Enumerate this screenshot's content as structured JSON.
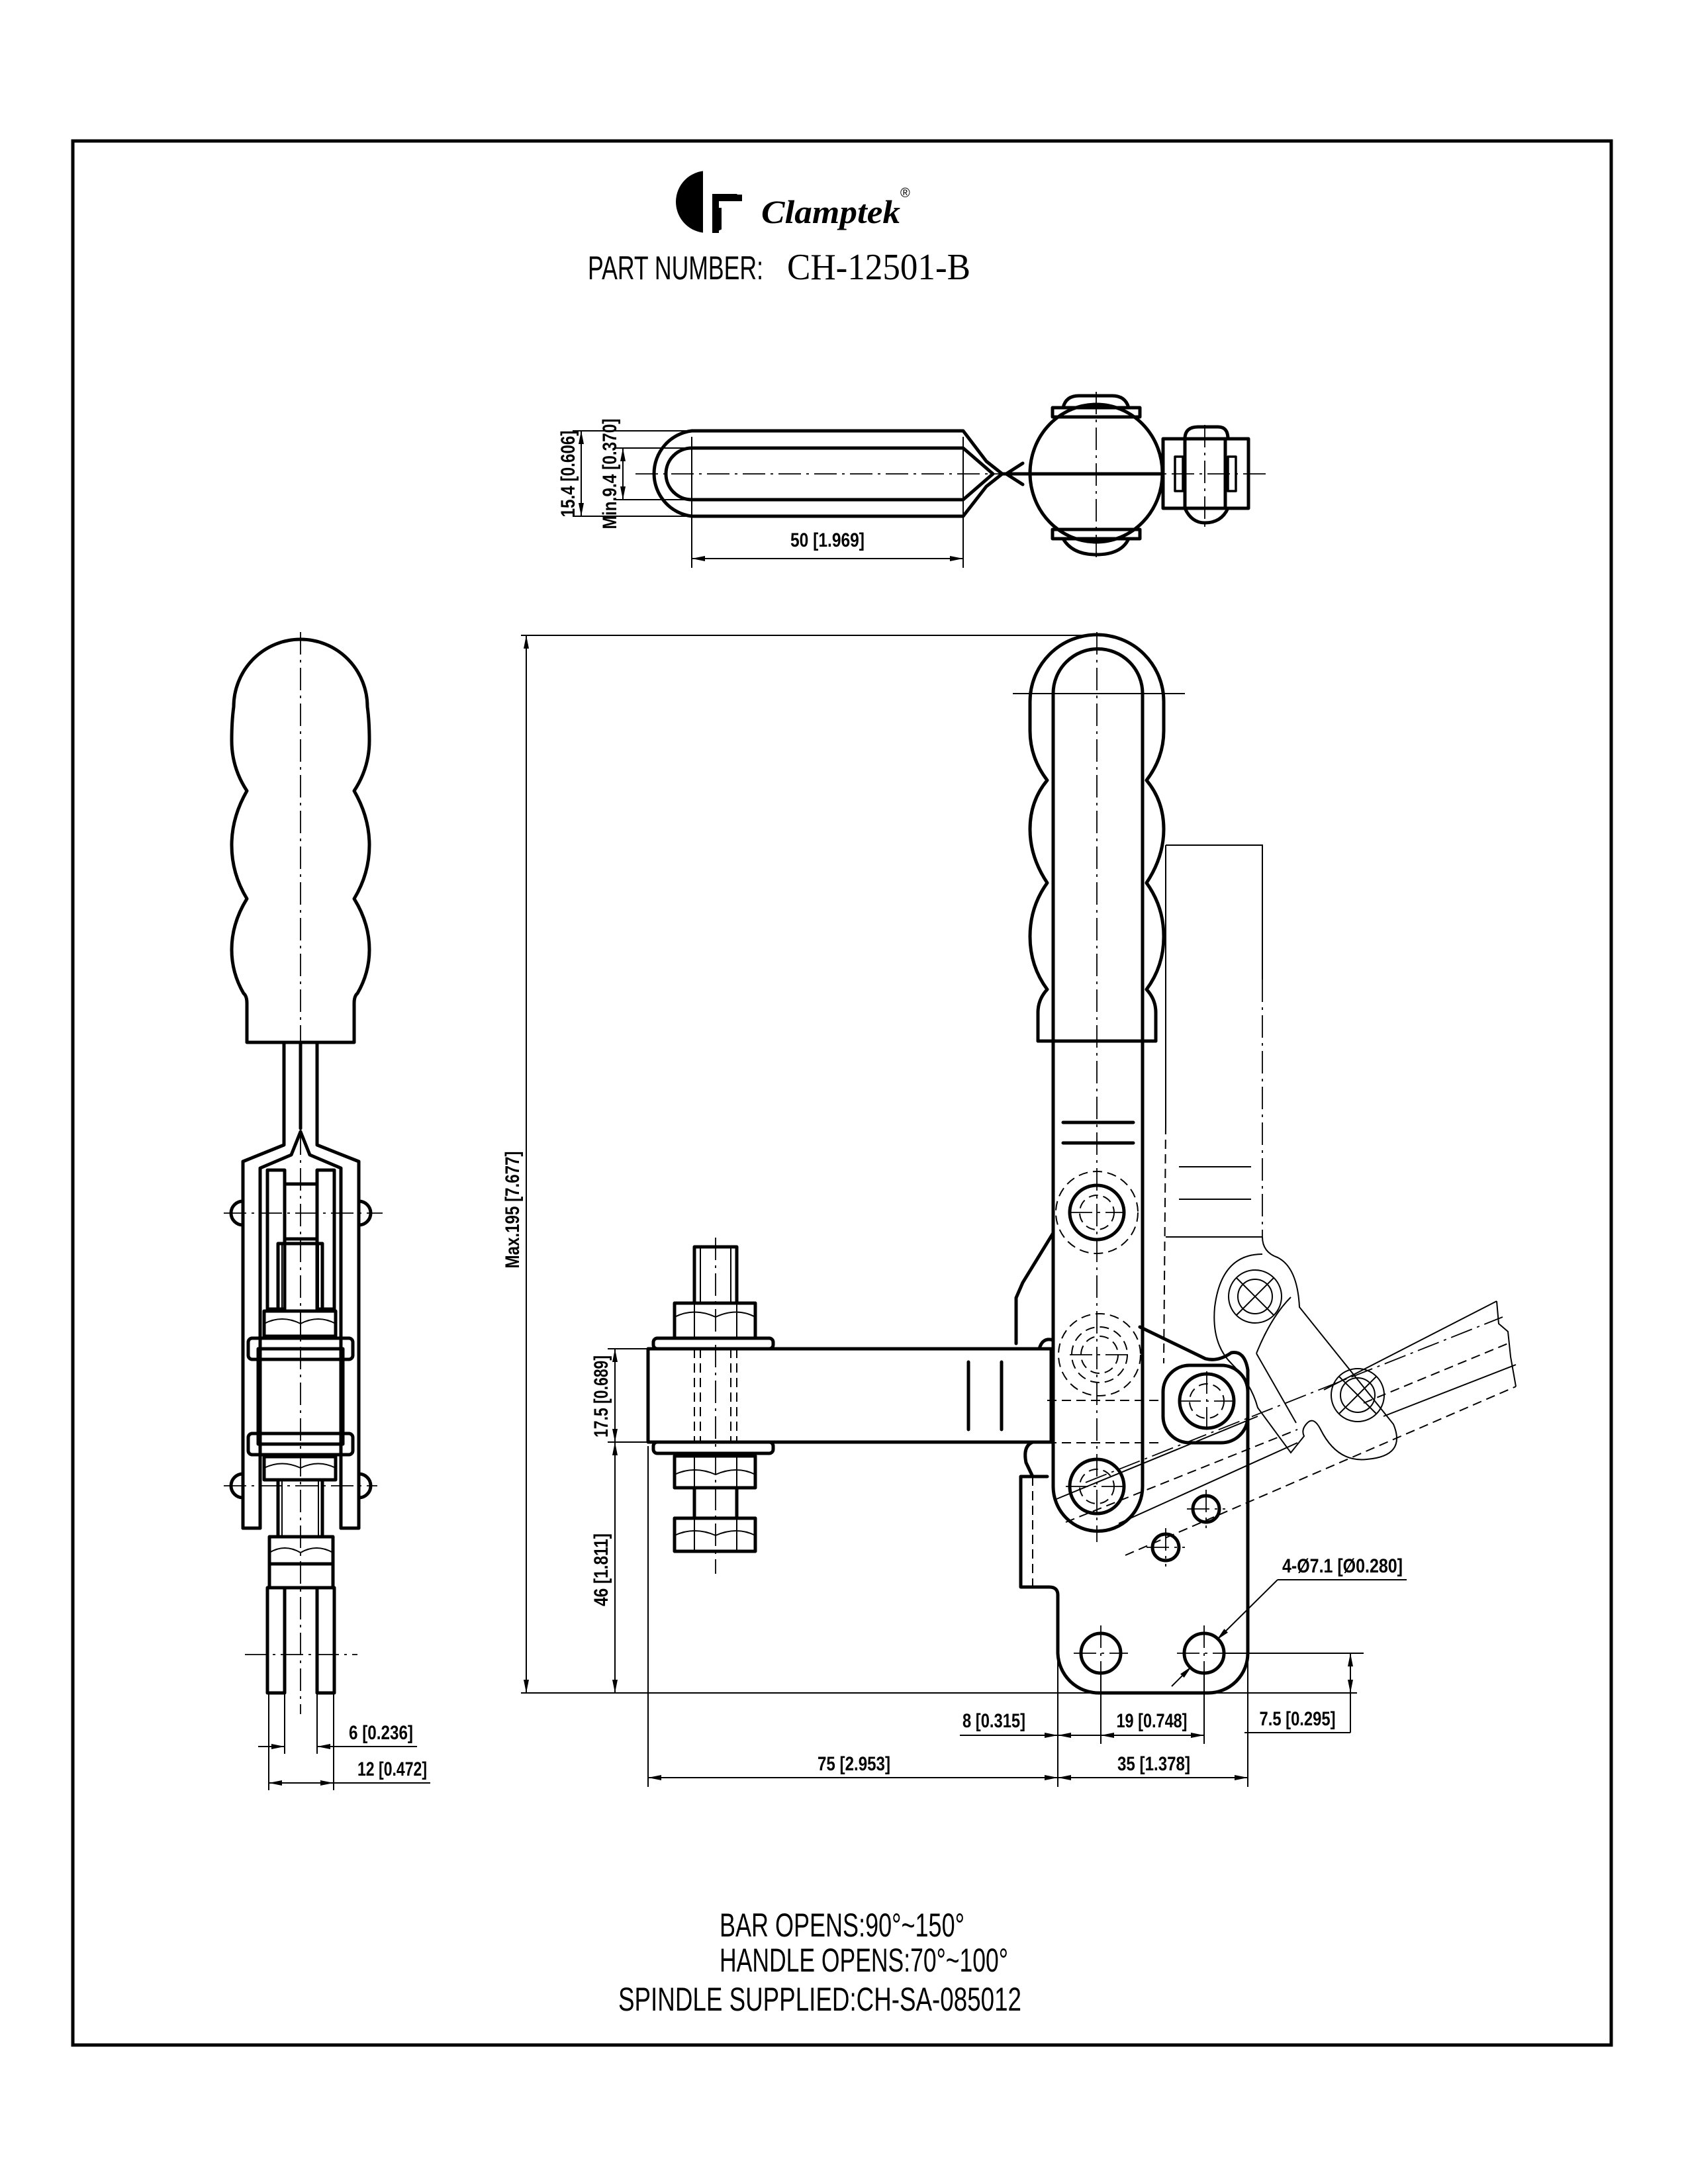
{
  "brand": {
    "name": "Clamptek",
    "registered": "®"
  },
  "title": {
    "label": "PART NUMBER:",
    "part_number": "CH-12501-B"
  },
  "dimensions": {
    "top_height": "15.4 [0.606]",
    "top_min_opening": "Min.9.4 [0.370]",
    "top_length": "50 [1.969]",
    "max_height": "Max.195 [7.677]",
    "bar_thickness": "17.5 [0.689]",
    "bar_height": "46 [1.811]",
    "mount_holes": "4-Ø7.1 [Ø0.280]",
    "hole_offset_y": "7.5 [0.295]",
    "hole_offset_x": "8 [0.315]",
    "hole_spacing": "19 [0.748]",
    "base_width": "35 [1.378]",
    "bar_reach": "75 [2.953]",
    "side_slot": "6 [0.236]",
    "side_width": "12 [0.472]"
  },
  "notes": [
    "BAR OPENS:90°~150°",
    "HANDLE OPENS:70°~100°",
    "SPINDLE SUPPLIED:CH-SA-085012"
  ]
}
